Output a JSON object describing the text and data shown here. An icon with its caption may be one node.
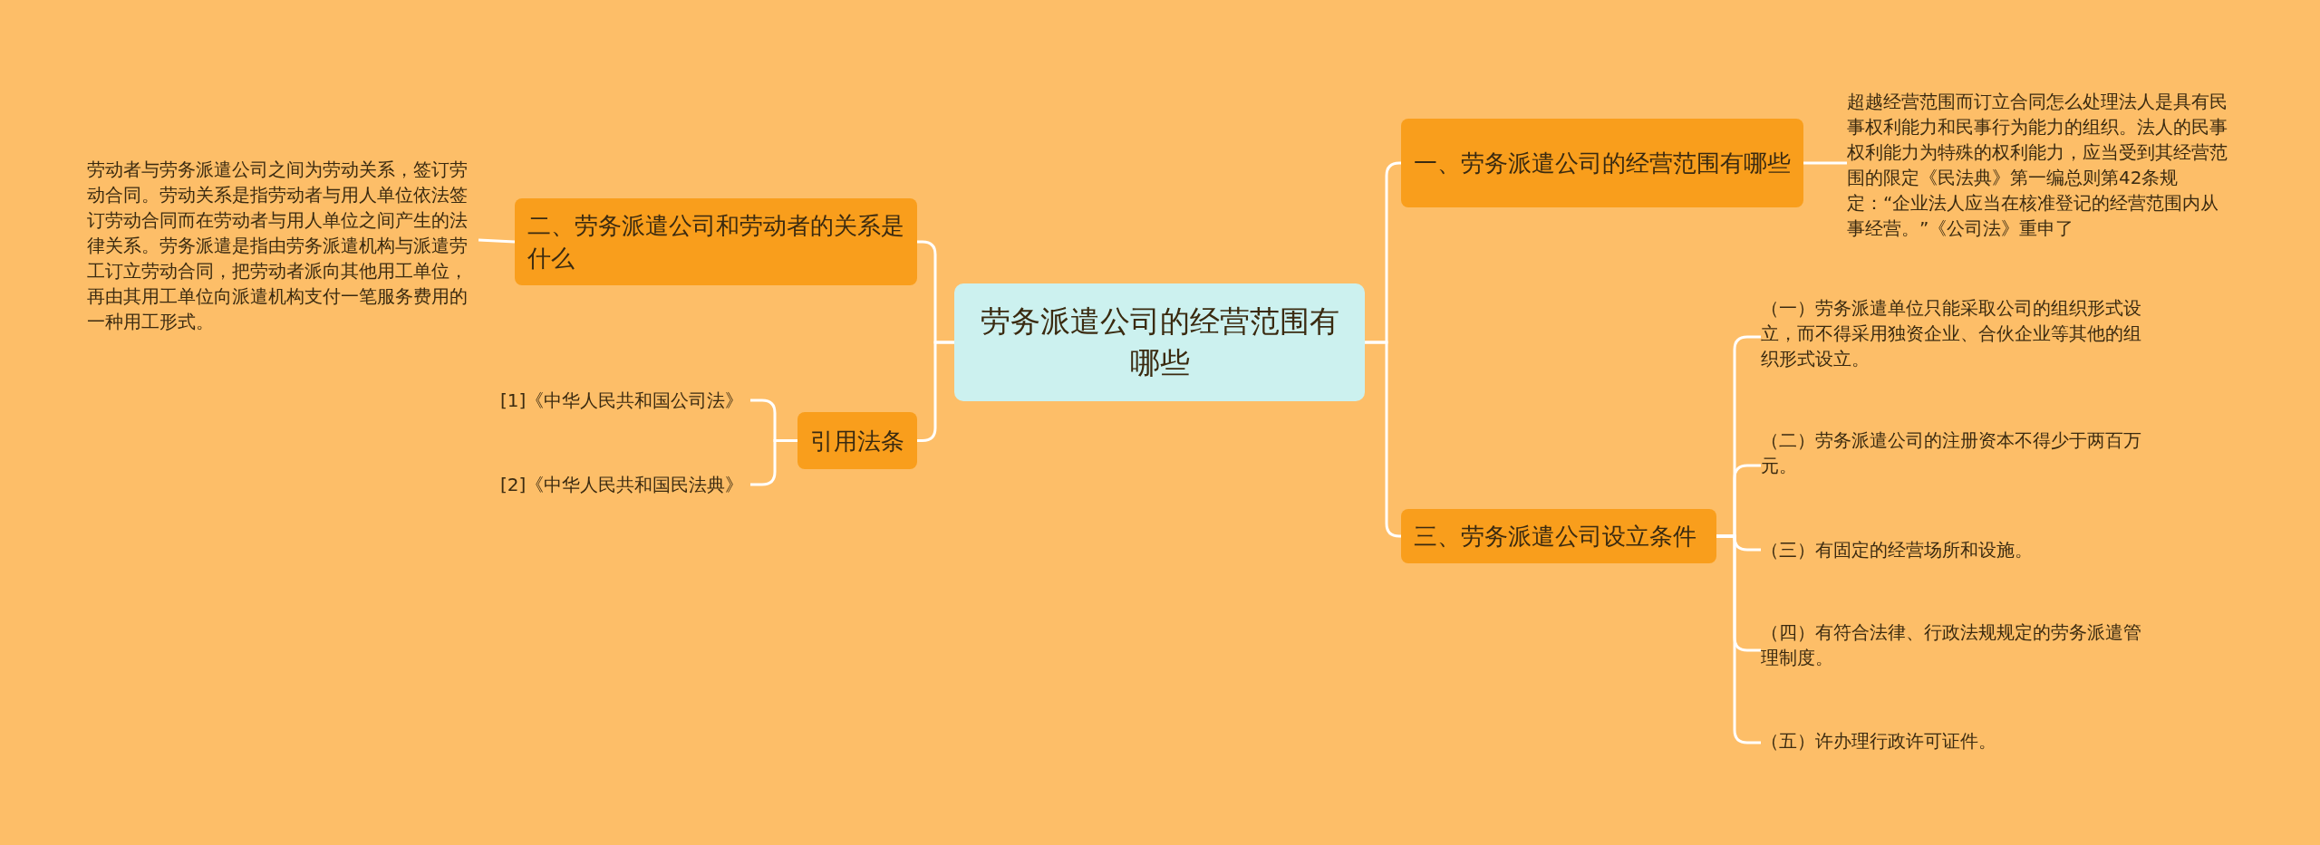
{
  "diagram": {
    "nodes": [
      {
        "text": [
          "劳务派遣公司的经营范围有哪些"
        ]
      },
      {
        "text": [
          "一、劳务派遣公司的经营范围有哪些"
        ]
      },
      {
        "text": [
          "超越经营范围而订立合同怎么处理法人是具有民事权利能力和民事行为能力的组织。法人的民事权利能力为特殊的权利能力，应当受到其经营范围的限定《民法典》第一编总则第42条规定：“企业法人应当在核准登记的经营范围内从事经营。”《公司法》重申了"
        ]
      },
      {
        "text": [
          "三、劳务派遣公司设立条件"
        ]
      },
      {
        "text": [
          "（一）劳务派遣单位只能采取公司的组织形式设立，而不得采用独资企业、合伙企业等其他的组织形式设立。"
        ]
      },
      {
        "text": [
          "（二）劳务派遣公司的注册资本不得少于两百万元。"
        ]
      },
      {
        "text": [
          "（三）有固定的经营场所和设施。"
        ]
      },
      {
        "text": [
          "（四）有符合法律、行政法规规定的劳务派遣管理制度。"
        ]
      },
      {
        "text": [
          "（五）许办理行政许可证件。"
        ]
      },
      {
        "text": [
          "二、劳务派遣公司和劳动者的关系是什么"
        ]
      },
      {
        "text": [
          "劳动者与劳务派遣公司之间为劳动关系，签订劳动合同。劳动关系是指劳动者与用人单位依法签订劳动合同而在劳动者与用人单位之间产生的法律关系。劳务派遣是指由劳务派遣机构与派遣劳工订立劳动合同，把劳动者派向其他用工单位，再由其用工单位向派遣机构支付一笔服务费用的一种用工形式。"
        ]
      },
      {
        "text": [
          "引用法条"
        ]
      },
      {
        "text": [
          "[1]《中华人民共和国公司法》"
        ]
      },
      {
        "text": [
          "[2]《中华人民共和国民法典》"
        ]
      }
    ],
    "edges": [
      {
        "from": 0,
        "to": 1,
        "arrow": "none"
      },
      {
        "from": 1,
        "to": 2,
        "arrow": "none"
      },
      {
        "from": 0,
        "to": 3,
        "arrow": "none"
      },
      {
        "from": 3,
        "to": 4,
        "arrow": "none"
      },
      {
        "from": 3,
        "to": 5,
        "arrow": "none"
      },
      {
        "from": 3,
        "to": 6,
        "arrow": "none"
      },
      {
        "from": 3,
        "to": 7,
        "arrow": "none"
      },
      {
        "from": 3,
        "to": 8,
        "arrow": "none"
      },
      {
        "from": 0,
        "to": 9,
        "arrow": "none"
      },
      {
        "from": 9,
        "to": 10,
        "arrow": "none"
      },
      {
        "from": 0,
        "to": 11,
        "arrow": "none"
      },
      {
        "from": 11,
        "to": 12,
        "arrow": "none"
      },
      {
        "from": 11,
        "to": 13,
        "arrow": "none"
      }
    ]
  }
}
